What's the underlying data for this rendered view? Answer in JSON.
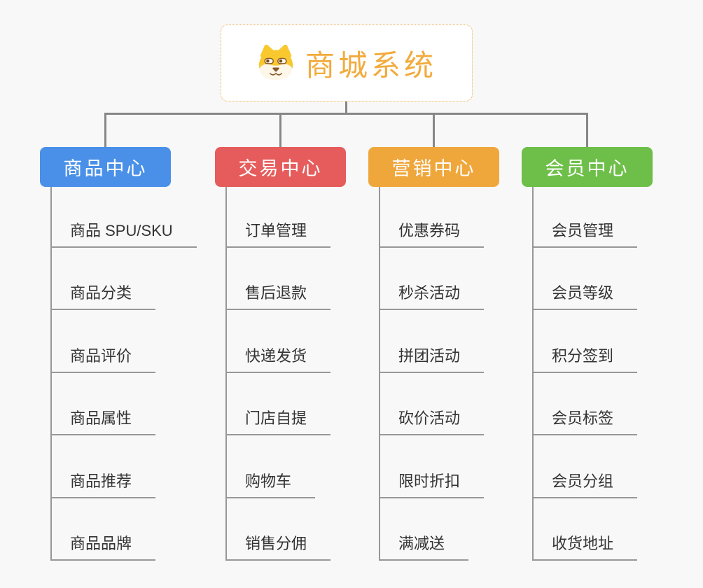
{
  "page": {
    "background": "#f8f8f8",
    "connector_color": "#878787"
  },
  "root": {
    "title": "商城系统",
    "icon": "shiba-dog-icon",
    "text_color": "#f2ab3d",
    "border_color": "#f0ae52"
  },
  "branches": [
    {
      "label": "商品中心",
      "color": "#4a90e8",
      "items": [
        "商品 SPU/SKU",
        "商品分类",
        "商品评价",
        "商品属性",
        "商品推荐",
        "商品品牌"
      ]
    },
    {
      "label": "交易中心",
      "color": "#e65c5c",
      "items": [
        "订单管理",
        "售后退款",
        "快递发货",
        "门店自提",
        "购物车",
        "销售分佣"
      ]
    },
    {
      "label": "营销中心",
      "color": "#efa73c",
      "items": [
        "优惠券码",
        "秒杀活动",
        "拼团活动",
        "砍价活动",
        "限时折扣",
        "满减送"
      ]
    },
    {
      "label": "会员中心",
      "color": "#6ebf49",
      "items": [
        "会员管理",
        "会员等级",
        "积分签到",
        "会员标签",
        "会员分组",
        "收货地址"
      ]
    }
  ]
}
